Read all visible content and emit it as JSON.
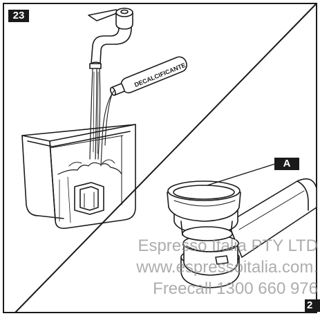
{
  "figure_numbers": {
    "top": "23",
    "bottom": "2"
  },
  "bottle_label": "DECALCIFICANTE",
  "callout_label": "A",
  "watermark": {
    "line1": "Espresso Italia PTY LTD",
    "line2": "www.espressoitalia.com.",
    "line3": "Freecall 1300 660 976"
  },
  "colors": {
    "ink": "#1a1a1a",
    "watermark": "#969696"
  }
}
